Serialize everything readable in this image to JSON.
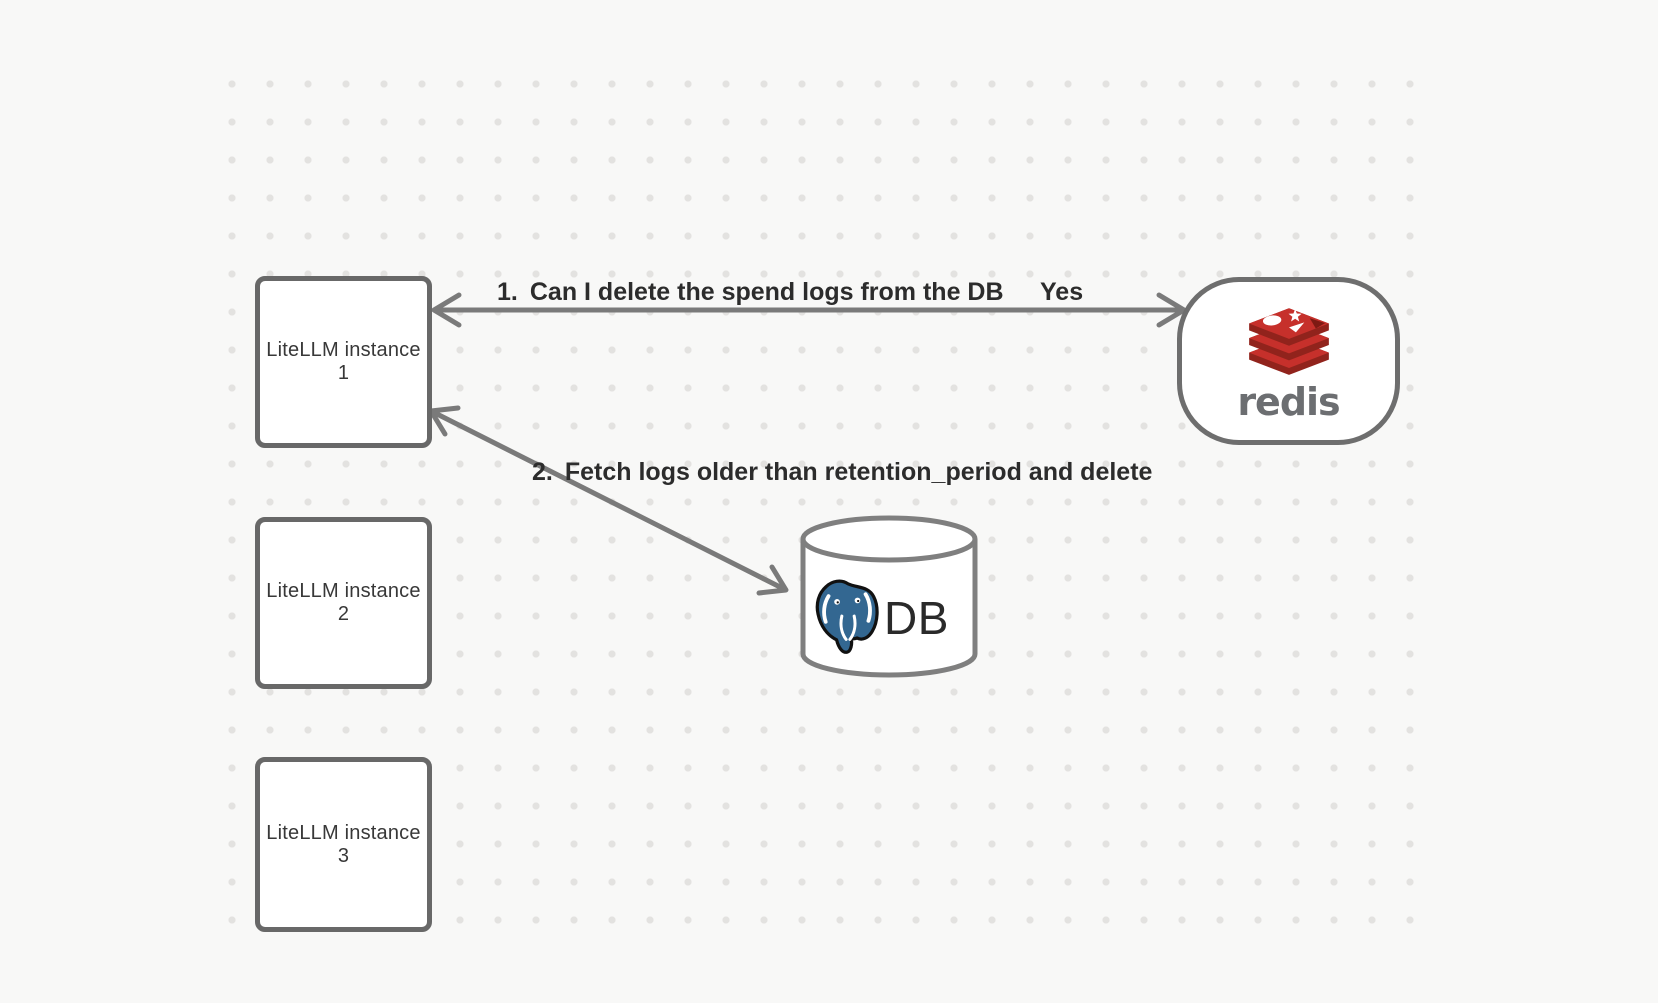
{
  "canvas": {
    "background_color": "#f8f8f7",
    "dot_color": "#e3e2e0",
    "stroke_color": "#7a7a7a",
    "box_border_color": "#686868"
  },
  "nodes": {
    "instances": [
      {
        "label": "LiteLLM instance 1"
      },
      {
        "label": "LiteLLM instance 2"
      },
      {
        "label": "LiteLLM instance 3"
      }
    ],
    "redis": {
      "wordmark": "redis",
      "icon": "redis-stack-icon",
      "brand_red": "#c6302b",
      "brand_red_dark": "#91231c",
      "wordmark_color": "#6c6e71"
    },
    "db": {
      "label": "DB",
      "icon": "postgresql-elephant-icon",
      "postgres_blue": "#336791"
    }
  },
  "edges": {
    "edge1": {
      "number": "1.",
      "text": "Can I delete the spend logs from the DB",
      "response": "Yes"
    },
    "edge2": {
      "number": "2.",
      "text": "Fetch logs older than retention_period and delete"
    }
  }
}
